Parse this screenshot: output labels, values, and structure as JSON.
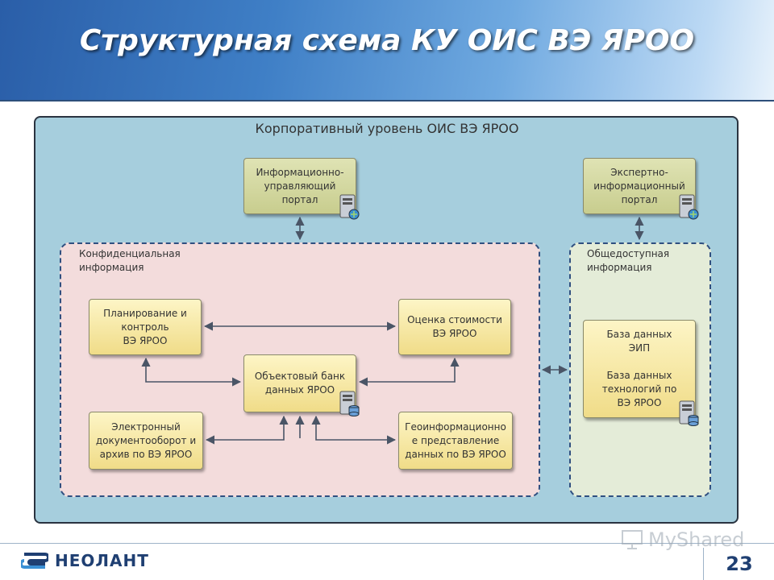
{
  "title": "Структурная схема КУ ОИС ВЭ ЯРОО",
  "corporate_level_label": "Корпоративный уровень ОИС ВЭ ЯРОО",
  "zones": {
    "confidential": "Конфиденциальная\nинформация",
    "public": "Общедоступная\nинформация"
  },
  "nodes": {
    "portal_info": "Информационно-\nуправляющий\nпортал",
    "portal_expert": "Экспертно-\nинформационный\nпортал",
    "planning": "Планирование и\nконтроль\nВЭ ЯРОО",
    "valuation": "Оценка стоимости\nВЭ ЯРОО",
    "object_bank": "Объектовый банк\nданных ЯРОО",
    "edms": "Электронный\nдокументооборот и\nархив по ВЭ ЯРОО",
    "geo": "Геоинформационно\nе представление\nданных по ВЭ ЯРОО",
    "public_db": "База данных\nЭИП\n\nБаза данных\nтехнологий по\nВЭ ЯРОО"
  },
  "icons": {
    "web_server": "web-server-icon",
    "db_server": "database-server-icon"
  },
  "colors": {
    "header_blue": "#2a5ea8",
    "corporate_bg": "#a6cedd",
    "confidential_bg": "#f3dcdc",
    "public_bg": "#e4ecd8",
    "node_green": "#d4d9a0",
    "node_yellow": "#f6e7a6"
  },
  "footer": {
    "brand": "НЕОЛАНТ",
    "page_number": "23",
    "watermark": "MyShared"
  }
}
